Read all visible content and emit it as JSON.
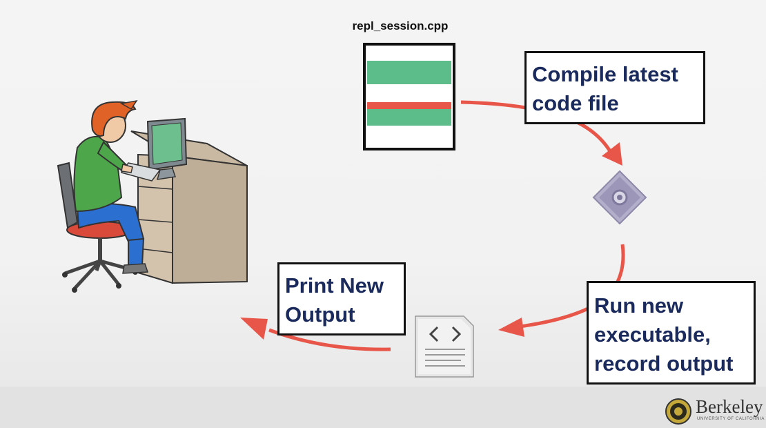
{
  "file_label": "repl_session.cpp",
  "steps": {
    "compile": {
      "lines": [
        "Compile latest",
        "code file"
      ]
    },
    "run": {
      "lines": [
        "Run new",
        "executable,",
        "record output"
      ]
    },
    "print": {
      "lines": [
        "Print New",
        "Output"
      ]
    }
  },
  "logo": {
    "wordmark": "Berkeley",
    "subtitle": "UNIVERSITY OF CALIFORNIA"
  },
  "colors": {
    "arrow": "#e8564a",
    "text_navy": "#1b2a5c",
    "code_green": "#5dbd8a",
    "code_red": "#e8564a"
  },
  "icons": [
    "programmer-at-desk-illustration",
    "executable-icon",
    "output-document-icon",
    "berkeley-seal-icon"
  ]
}
